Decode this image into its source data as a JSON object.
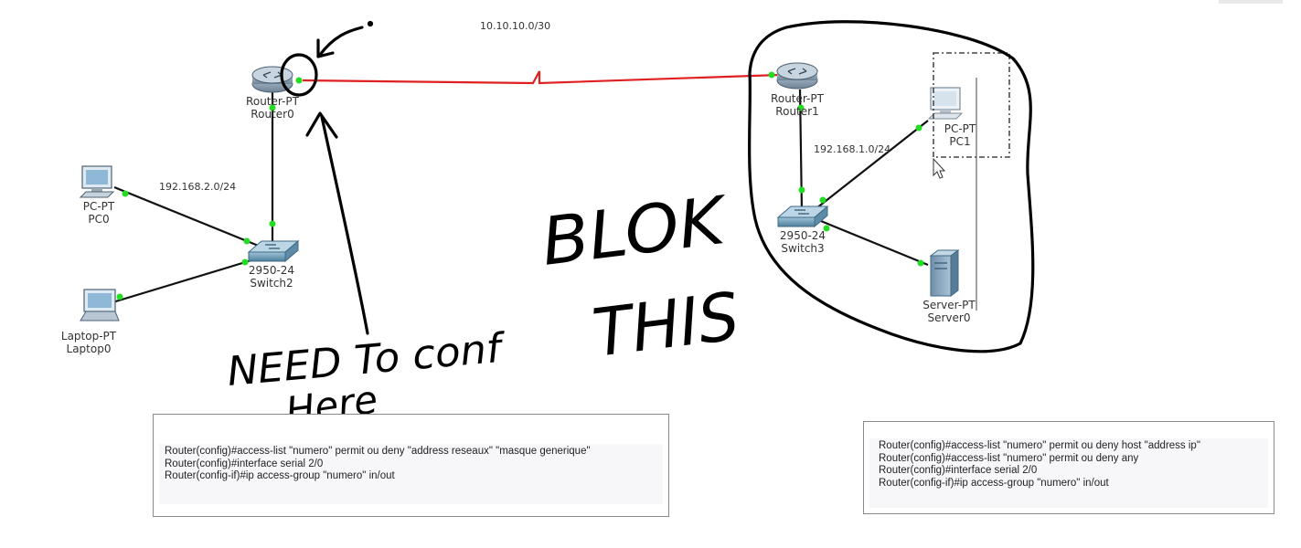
{
  "topology": {
    "wan_network": "10.10.10.0/30",
    "lan_left_network": "192.168.2.0/24",
    "lan_right_network": "192.168.1.0/24",
    "devices": {
      "router0": {
        "model": "Router-PT",
        "name": "Router0"
      },
      "router1": {
        "model": "Router-PT",
        "name": "Router1"
      },
      "switch2": {
        "model": "2950-24",
        "name": "Switch2"
      },
      "switch3": {
        "model": "2950-24",
        "name": "Switch3"
      },
      "pc0": {
        "model": "PC-PT",
        "name": "PC0"
      },
      "pc1": {
        "model": "PC-PT",
        "name": "PC1"
      },
      "laptop0": {
        "model": "Laptop-PT",
        "name": "Laptop0"
      },
      "server0": {
        "model": "Server-PT",
        "name": "Server0"
      }
    },
    "colors": {
      "serial_link": "#e02020",
      "ethernet_link": "#111111",
      "link_endpoint": "#22dd22"
    }
  },
  "annotations": {
    "need_to_conf_line1": "NEED To conf",
    "need_to_conf_line2": "Here",
    "block_line1": "BLOK",
    "block_line2": "THIS",
    "ink_color": "#000000"
  },
  "command_boxes": {
    "left": [
      "Router(config)#access-list \"numero\" permit ou deny  \"address reseaux\" \"masque generique\"",
      "Router(config)#interface serial 2/0",
      "Router(config-if)#ip access-group \"numero\" in/out"
    ],
    "right": [
      "Router(config)#access-list \"numero\" permit ou deny host  \"address ip\"",
      "Router(config)#access-list \"numero\" permit ou deny any",
      "Router(config)#interface serial 2/0",
      "Router(config-if)#ip access-group \"numero\" in/out"
    ]
  }
}
